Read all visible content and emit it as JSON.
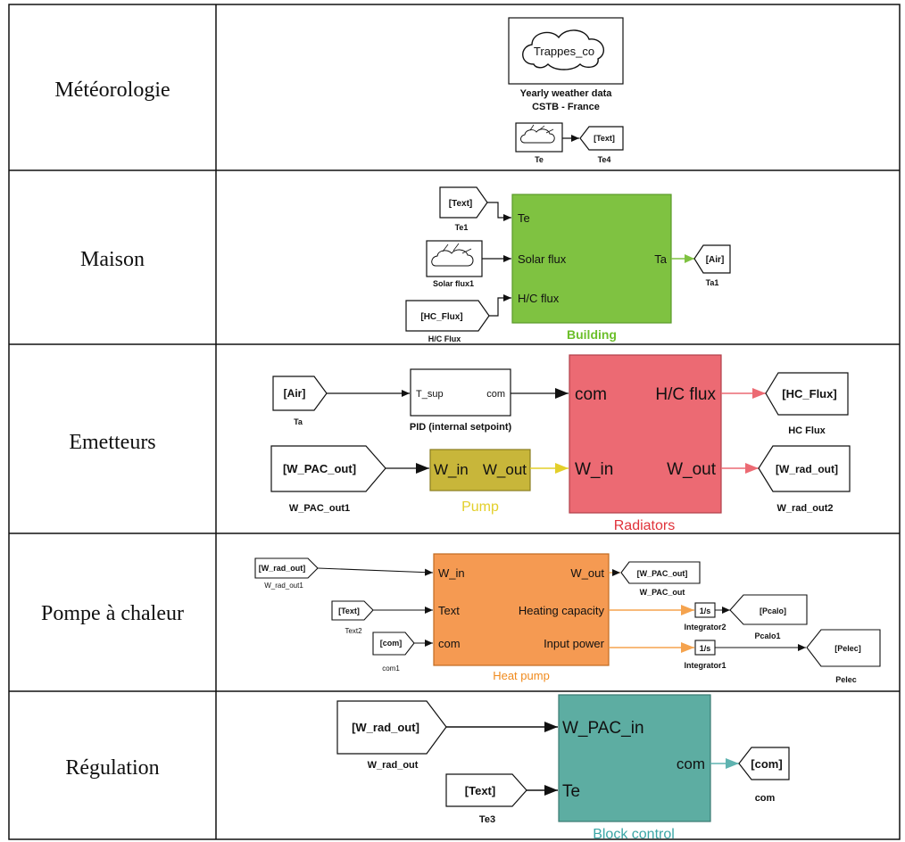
{
  "rows": [
    {
      "label": "Météorologie"
    },
    {
      "label": "Maison"
    },
    {
      "label": "Emetteurs"
    },
    {
      "label": "Pompe à chaleur"
    },
    {
      "label": "Régulation"
    }
  ],
  "meteo": {
    "cloud_label": "Trappes_co",
    "caption_line1": "Yearly weather data",
    "caption_line2": "CSTB - France",
    "source_name": "Te",
    "goto_tag": "[Text]",
    "goto_name": "Te4"
  },
  "maison": {
    "from_text_tag": "[Text]",
    "from_text_name": "Te1",
    "solar_name": "Solar flux1",
    "from_hc_tag": "[HC_Flux]",
    "from_hc_name": "H/C Flux",
    "building_in1": "Te",
    "building_in2": "Solar flux",
    "building_in3": "H/C flux",
    "building_out": "Ta",
    "building_name": "Building",
    "goto_air_tag": "[Air]",
    "goto_air_name": "Ta1"
  },
  "emetteurs": {
    "from_air_tag": "[Air]",
    "from_air_name": "Ta",
    "pid_in": "T_sup",
    "pid_out": "com",
    "pid_name": "PID (internal setpoint)",
    "rad_in1": "com",
    "rad_in2": "W_in",
    "rad_out1": "H/C flux",
    "rad_out2": "W_out",
    "rad_name": "Radiators",
    "goto_hc_tag": "[HC_Flux]",
    "goto_hc_name": "HC Flux",
    "from_wpac_tag": "[W_PAC_out]",
    "from_wpac_name": "W_PAC_out1",
    "pump_in": "W_in",
    "pump_out": "W_out",
    "pump_name": "Pump",
    "goto_wrad_tag": "[W_rad_out]",
    "goto_wrad_name": "W_rad_out2"
  },
  "pompe": {
    "from_wrad_tag": "[W_rad_out]",
    "from_wrad_name": "W_rad_out1",
    "from_text_tag": "[Text]",
    "from_text_name": "Text2",
    "from_com_tag": "[com]",
    "from_com_name": "com1",
    "hp_in1": "W_in",
    "hp_in2": "Text",
    "hp_in3": "com",
    "hp_out1": "W_out",
    "hp_out2": "Heating capacity",
    "hp_out3": "Input power",
    "hp_name": "Heat pump",
    "goto_wpac_tag": "[W_PAC_out]",
    "goto_wpac_name": "W_PAC_out",
    "int2_label": "1/s",
    "int2_name": "Integrator2",
    "int1_label": "1/s",
    "int1_name": "Integrator1",
    "goto_pcalo_tag": "[Pcalo]",
    "goto_pcalo_name": "Pcalo1",
    "goto_pelec_tag": "[Pelec]",
    "goto_pelec_name": "Pelec"
  },
  "regulation": {
    "from_wrad_tag": "[W_rad_out]",
    "from_wrad_name": "W_rad_out",
    "from_text_tag": "[Text]",
    "from_text_name": "Te3",
    "bc_in1": "W_PAC_in",
    "bc_in2": "Te",
    "bc_out": "com",
    "bc_name": "Block control",
    "goto_com_tag": "[com]",
    "goto_com_name": "com"
  },
  "colors": {
    "building": "#7fc241",
    "building_label": "#6cbf2a",
    "radiators": "#ec6a73",
    "radiators_label": "#e0323a",
    "pump": "#c8b63a",
    "pump_label": "#e3cf2a",
    "heatpump": "#f59a52",
    "heatpump_label": "#f08a1c",
    "blockcontrol": "#5dada2",
    "blockcontrol_label": "#3aa6a6",
    "wire_green": "#7fc241",
    "wire_red": "#ec6a73",
    "wire_orange": "#f5a34e",
    "wire_teal": "#5fb3b0"
  }
}
